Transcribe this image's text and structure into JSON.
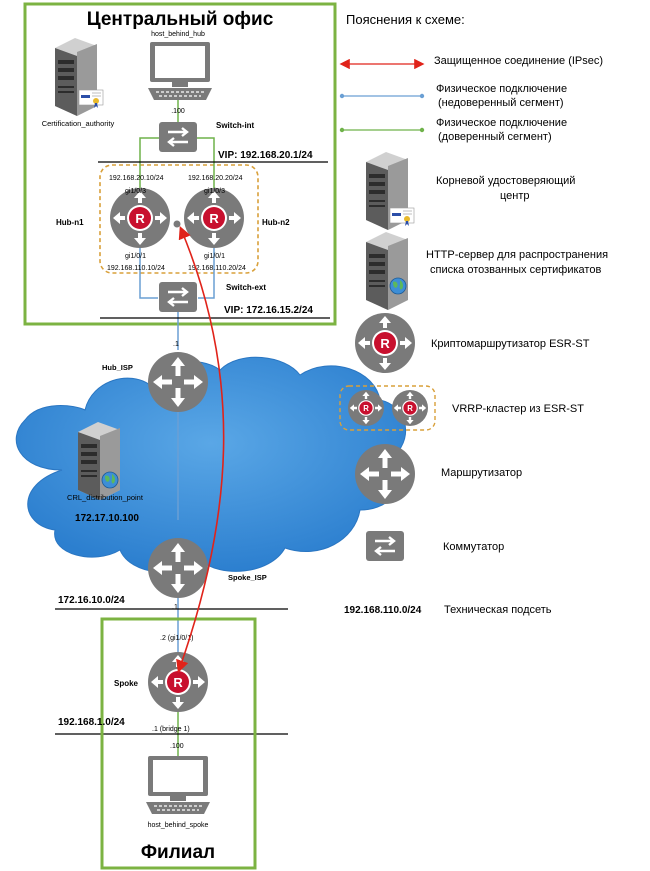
{
  "central": {
    "title": "Центральный офис",
    "host_behind_hub": "host_behind_hub",
    "host_ip": ".100",
    "certification_authority": "Certification_authority",
    "switch_int": "Switch-int",
    "vip_int": "VIP: 192.168.20.1/24",
    "hub_n1": "Hub-n1",
    "hub_n2": "Hub-n2",
    "hub_n1_ip_top": "192.168.20.10/24",
    "hub_n2_ip_top": "192.168.20.20/24",
    "hub_n1_port_top": "gi1/0/3",
    "hub_n2_port_top": "gi1/0/3",
    "hub_n1_port_bottom": "gi1/0/1",
    "hub_n2_port_bottom": "gi1/0/1",
    "hub_n1_ip_bottom": "192.168.110.10/24",
    "hub_n2_ip_bottom": "192.168.110.20/24",
    "switch_ext": "Switch-ext",
    "vip_ext": "VIP: 172.16.15.2/24"
  },
  "internet": {
    "isp_hub_ip": ".1",
    "hub_isp": "Hub_ISP",
    "crl_point": "CRL_distribution_point",
    "crl_ip": "172.17.10.100",
    "spoke_isp": "Spoke_ISP",
    "net_172": "172.16.10.0/24",
    "isp_spoke_ip": ".1"
  },
  "branch": {
    "title": "Филиал",
    "spoke": "Spoke",
    "spoke_wan_ip": ".2 (gi1/0/1)",
    "spoke_lan_ip": ".1 (bridge 1)",
    "net_192": "192.168.1.0/24",
    "host_ip": ".100",
    "host_behind_spoke": "host_behind_spoke"
  },
  "legend": {
    "title": "Пояснения к схеме:",
    "ipsec": "Защищенное соединение (IPsec)",
    "phys_untrusted_1": "Физическое подключение",
    "phys_untrusted_2": "(недоверенный сегмент)",
    "phys_trusted_1": "Физическое подключение",
    "phys_trusted_2": "(доверенный сегмент)",
    "root_ca_1": "Корневой удостоверяющий",
    "root_ca_2": "центр",
    "http_1": "HTTP-сервер для распространения",
    "http_2": "списка отозванных сертификатов",
    "crypto": "Криптомаршрутизатор ESR-ST",
    "vrrp": "VRRP-кластер из ESR-ST",
    "router": "Маршрутизатор",
    "switch": "Коммутатор",
    "tech_net": "192.168.110.0/24",
    "tech_net_desc": "Техническая подсеть"
  },
  "colors": {
    "office_border": "#7cb342",
    "ipsec_line": "#e0231a",
    "untrusted_line": "#6a9fd4",
    "trusted_line": "#6fb24a",
    "device_gray": "#7a7a7a",
    "router_red": "#c8102e",
    "cluster_border": "#d9a03a",
    "cloud": "#3c8fd8"
  },
  "icons": {
    "router": "router-icon",
    "crypto_router": "crypto-router-icon",
    "switch": "switch-icon",
    "server": "server-icon",
    "workstation": "workstation-icon"
  }
}
